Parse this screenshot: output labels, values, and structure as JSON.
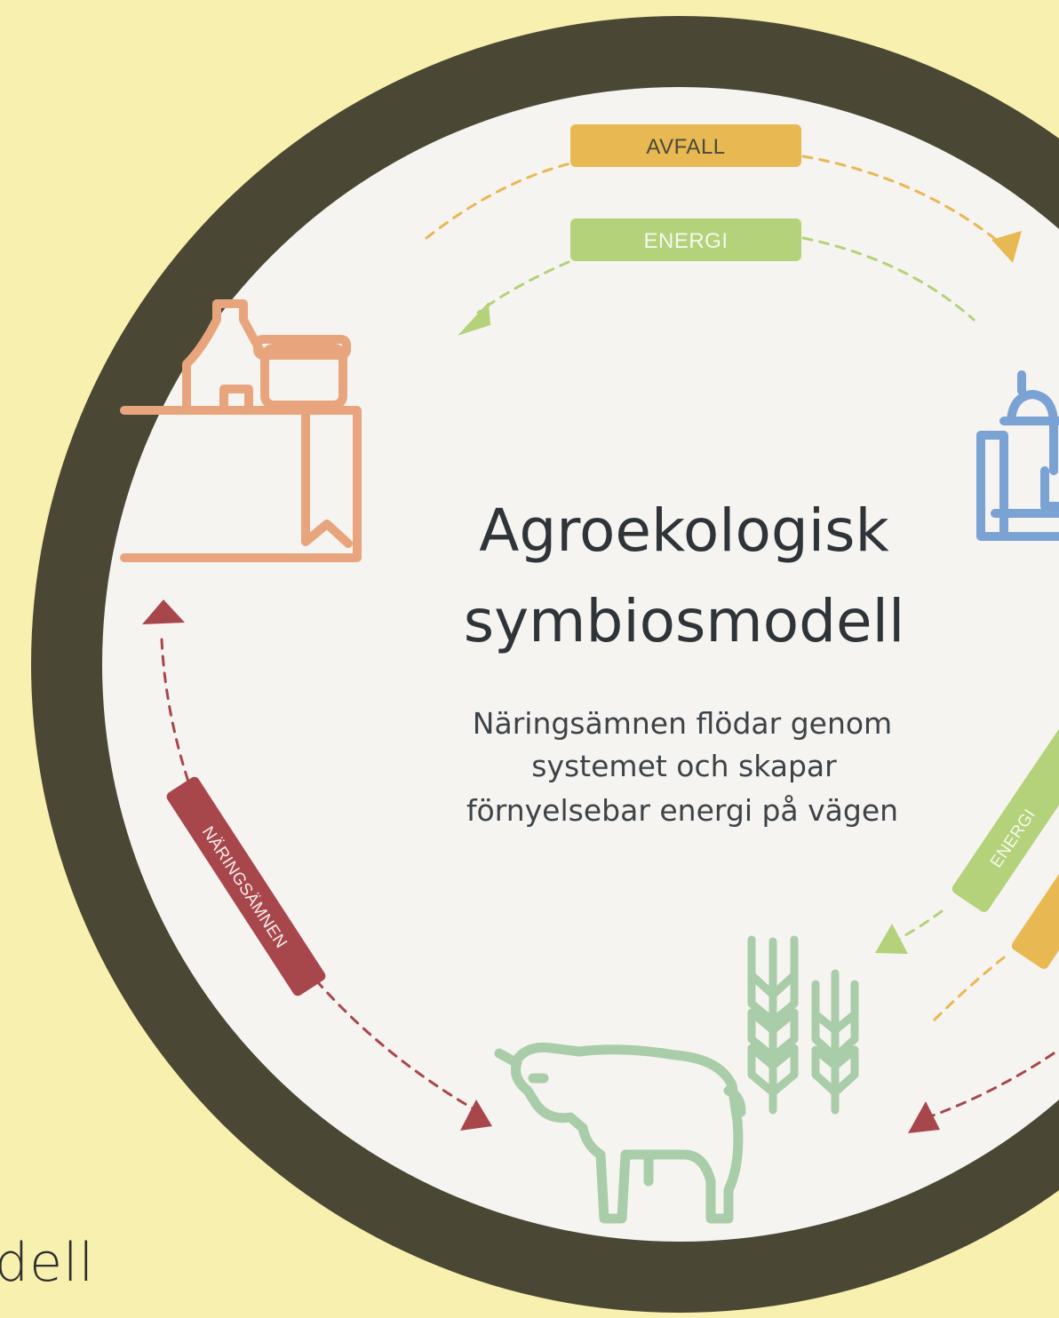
{
  "colors": {
    "background": "#f8f0ae",
    "ring": "#4a4734",
    "disc": "#f6f4f1",
    "waste": "#e8b852",
    "energy": "#b3d27a",
    "nutrients": "#a8474b",
    "grocery": "#e8a57d",
    "factory": "#7aa2d3",
    "farm": "#a9cca9",
    "title": "#2e3438",
    "subtitle": "#3d4347"
  },
  "diagram": {
    "title_lines": [
      "Agroekologisk",
      "symbiosmodell"
    ],
    "subtitle_lines": [
      "Näringsämnen flödar genom",
      "systemet och skapar",
      "förnyelsebar energi på vägen"
    ],
    "labels": {
      "waste_top": "AVFALL",
      "energy_top": "ENERGI",
      "nutrients_left": "NÄRINGSÄMNEN",
      "energy_right": "ENERGI"
    },
    "icons": {
      "grocery": "grocery-bag-icon",
      "factory": "factory-icon",
      "farm_cow": "cow-icon",
      "farm_wheat": "wheat-icon"
    }
  },
  "page": {
    "corner_text": "dell"
  }
}
